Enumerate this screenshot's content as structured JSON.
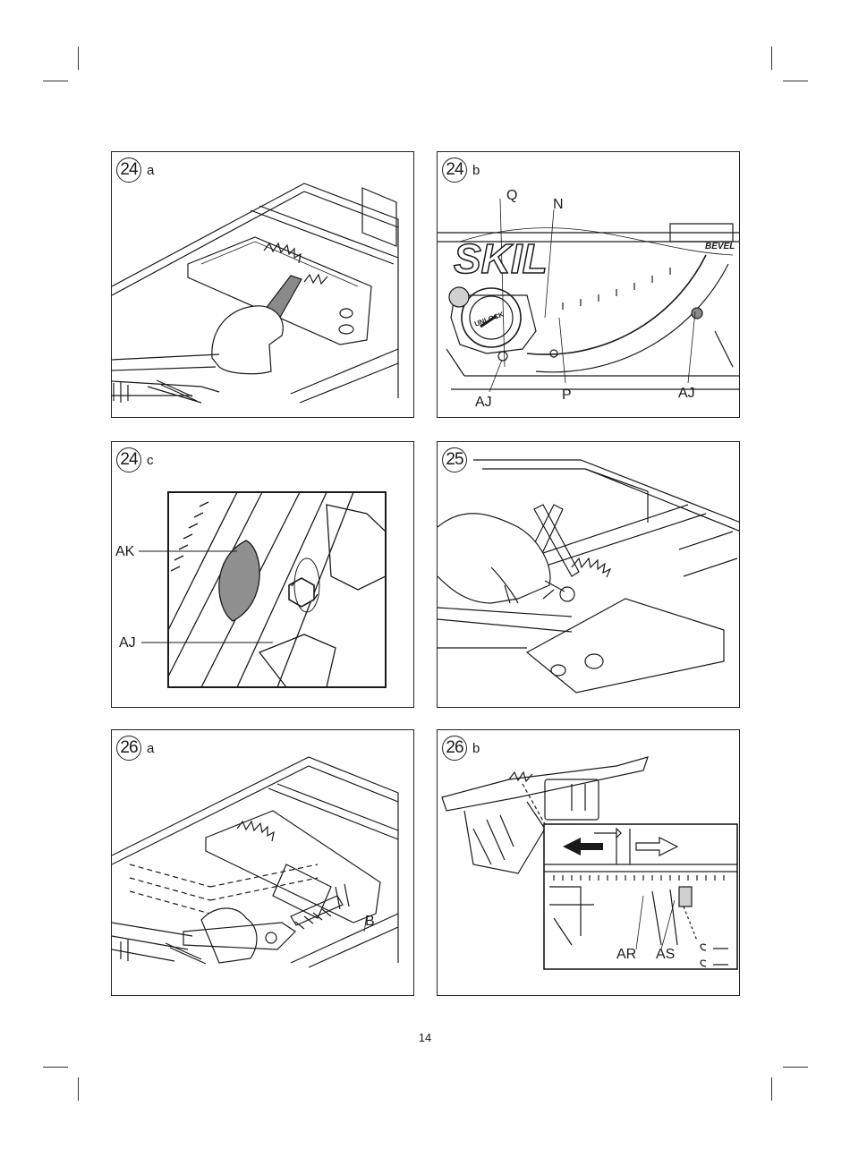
{
  "figures": [
    {
      "number": "24",
      "sub": "a",
      "callouts": []
    },
    {
      "number": "24",
      "sub": "b",
      "callouts": [
        "Q",
        "N",
        "AJ",
        "P",
        "AJ"
      ],
      "brand": "SKIL",
      "knob_text": "BEVEL",
      "dial_text": "UNLOCK"
    },
    {
      "number": "24",
      "sub": "c",
      "callouts": [
        "AK",
        "AJ"
      ]
    },
    {
      "number": "25",
      "sub": "",
      "callouts": []
    },
    {
      "number": "26",
      "sub": "a",
      "callouts": [
        "B"
      ]
    },
    {
      "number": "26",
      "sub": "b",
      "callouts": [
        "AR",
        "AS"
      ]
    }
  ],
  "page_number": "14",
  "colors": {
    "ink": "#1a1a1a",
    "shade": "#9a9a9a",
    "paper": "#ffffff"
  }
}
